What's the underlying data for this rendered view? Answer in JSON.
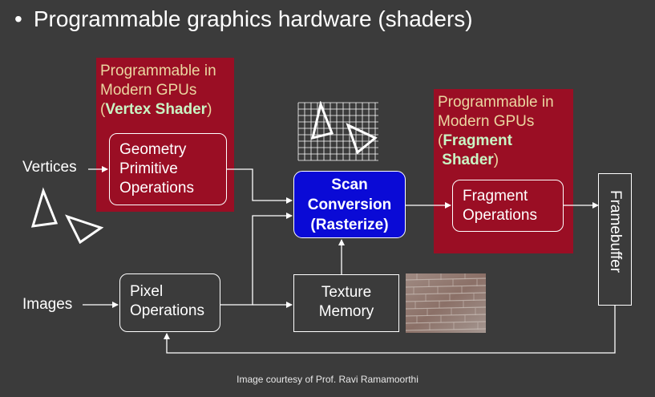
{
  "title": {
    "bullet": "•",
    "text": "Programmable graphics hardware (shaders)"
  },
  "vertex_panel": {
    "line1": "Programmable in",
    "line2": "Modern GPUs",
    "open": "(",
    "shader": "Vertex Shader",
    "close": ")"
  },
  "fragment_panel": {
    "line1": "Programmable in",
    "line2": "Modern GPUs",
    "open": "(",
    "shader_1": "Fragment",
    "shader_2": "Shader",
    "close": ")"
  },
  "labels": {
    "vertices": "Vertices",
    "images": "Images"
  },
  "boxes": {
    "geometry": [
      "Geometry",
      "Primitive",
      "Operations"
    ],
    "scan": [
      "Scan",
      "Conversion",
      "(Rasterize)"
    ],
    "fragment": [
      "Fragment",
      "Operations"
    ],
    "pixel": [
      "Pixel",
      "Operations"
    ],
    "texture": [
      "Texture",
      "Memory"
    ],
    "framebuffer": "Framebuffer"
  },
  "courtesy": "Image courtesy of Prof. Ravi Ramamoorthi"
}
